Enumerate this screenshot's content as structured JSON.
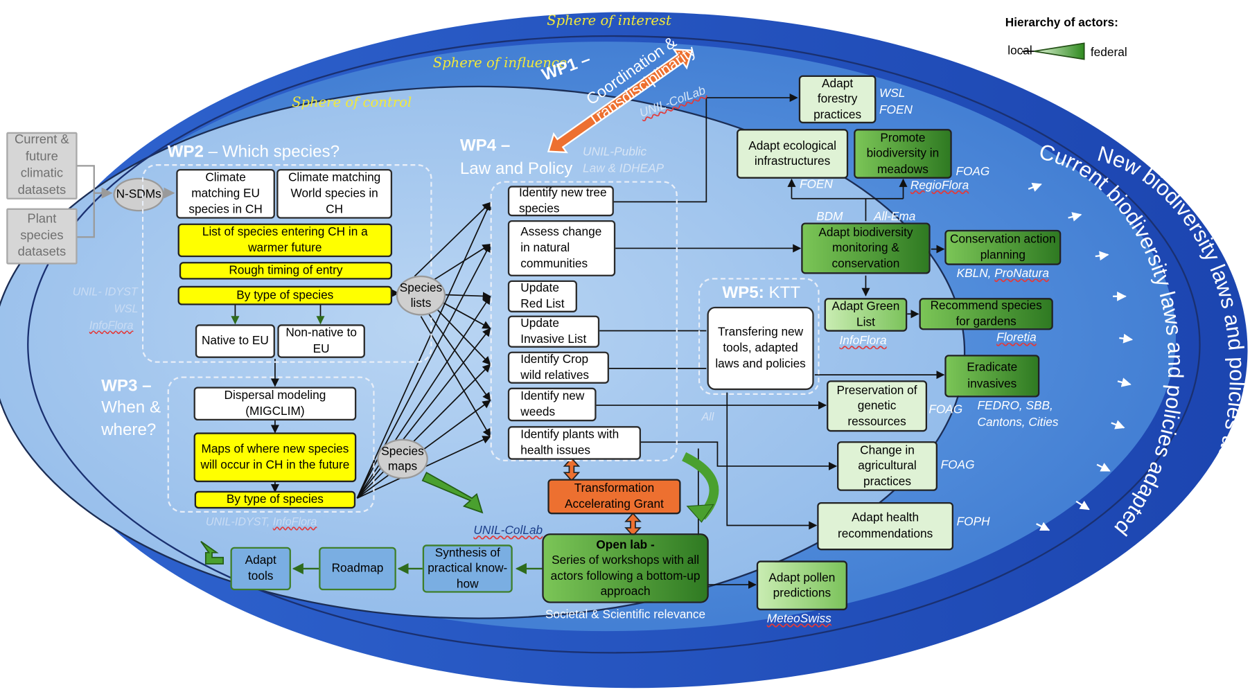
{
  "spheres": {
    "interest": "Sphere of interest",
    "influence": "Sphere of influence",
    "control": "Sphere of control"
  },
  "legend": {
    "title": "Hierarchy of actors:",
    "local": "local",
    "federal": "federal"
  },
  "inputs": {
    "climatic": "Current & future climatic datasets",
    "plant": "Plant species datasets",
    "nsdms": "N-SDMs"
  },
  "wp1": {
    "title": "WP1 –",
    "arrow_text": "Coordination & Transdisciplinarity",
    "actor": "UNIL-ColLab"
  },
  "wp2": {
    "prefix": "WP2",
    "title": " – Which species?",
    "climate_eu": "Climate matching EU species in CH",
    "climate_world": "Climate matching World species in CH",
    "list_entering": "List of species entering CH in a warmer future",
    "rough_timing": "Rough timing of entry",
    "by_type": "By type of species",
    "native": "Native to EU",
    "nonnative": "Non-native to EU",
    "actor1": "UNIL- IDYST",
    "actor2": "WSL",
    "actor3": "InfoFlora"
  },
  "wp3": {
    "title_line1": "WP3 –",
    "title_line2": "When &",
    "title_line3": "where?",
    "dispersal": "Dispersal modeling (MIGCLIM)",
    "maps": "Maps of where new species will occur in CH in the future",
    "by_type": "By type of species",
    "actor": "UNIL-IDYST,",
    "actor2": "InfoFlora"
  },
  "bubbles": {
    "lists": "Species lists",
    "maps": "Species maps"
  },
  "wp4": {
    "title_line1": "WP4 –",
    "title_line2": "Law and Policy",
    "actor1": "UNIL-Public",
    "actor2": "Law & IDHEAP",
    "items": [
      "Identify new tree species",
      "Assess change in natural communities",
      "Update Red List",
      "Update Invasive List",
      "Identify Crop wild relatives",
      "Identify new weeds",
      "Identify plants with health issues"
    ]
  },
  "wp5": {
    "prefix": "WP5:",
    "suffix": " KTT",
    "box": "Transfering new tools, adapted laws and policies",
    "all": "All"
  },
  "grant": "Transformation Accelerating Grant",
  "openlab": {
    "title": "Open lab -",
    "body": "Series of workshops with all actors following a bottom-up approach",
    "relevance": "Societal & Scientific relevance"
  },
  "openlab_actor": "UNIL-ColLab",
  "bottom": {
    "synthesis": "Synthesis of practical know-how",
    "roadmap": "Roadmap",
    "tools": "Adapt tools"
  },
  "outcomes": {
    "forestry": "Adapt forestry practices",
    "forestry_actor1": "WSL",
    "forestry_actor2": "FOEN",
    "ecological": "Adapt ecological infrastructures",
    "ecological_actor": "FOEN",
    "meadows": "Promote biodiversity in meadows",
    "meadows_actor1": "FOAG",
    "meadows_actor2": "RegioFlora",
    "monitoring": "Adapt biodiversity monitoring & conservation",
    "monitoring_actor1": "BDM",
    "monitoring_actor2": "All-Ema",
    "conservation": "Conservation action planning",
    "conservation_actor1": "KBLN,",
    "conservation_actor2": "ProNatura",
    "greenlist": "Adapt Green List",
    "greenlist_actor": "InfoFlora",
    "gardens": "Recommend species for gardens",
    "gardens_actor": "Floretia",
    "eradicate": "Eradicate invasives",
    "eradicate_actor1": "FEDRO, SBB,",
    "eradicate_actor2": "Cantons, Cities",
    "genetic": "Preservation of genetic ressources",
    "genetic_actor": "FOAG",
    "agri": "Change in agricultural practices",
    "agri_actor": "FOAG",
    "health": "Adapt health recommendations",
    "health_actor": "FOPH",
    "pollen": "Adapt pollen predictions",
    "pollen_actor": "MeteoSwiss"
  },
  "arc": {
    "outer": "New biodiversity laws and policies adopted",
    "inner": "Current biodiversity laws and policies adapted"
  },
  "colors": {
    "outer_ring": "#1f4bb8",
    "middle": "#4a86d6",
    "inner": "#5d99e0",
    "control": "#a7c8ee",
    "yellow": "#ffff00",
    "orange": "#ed7030",
    "green_dark": "#2f7a22"
  }
}
